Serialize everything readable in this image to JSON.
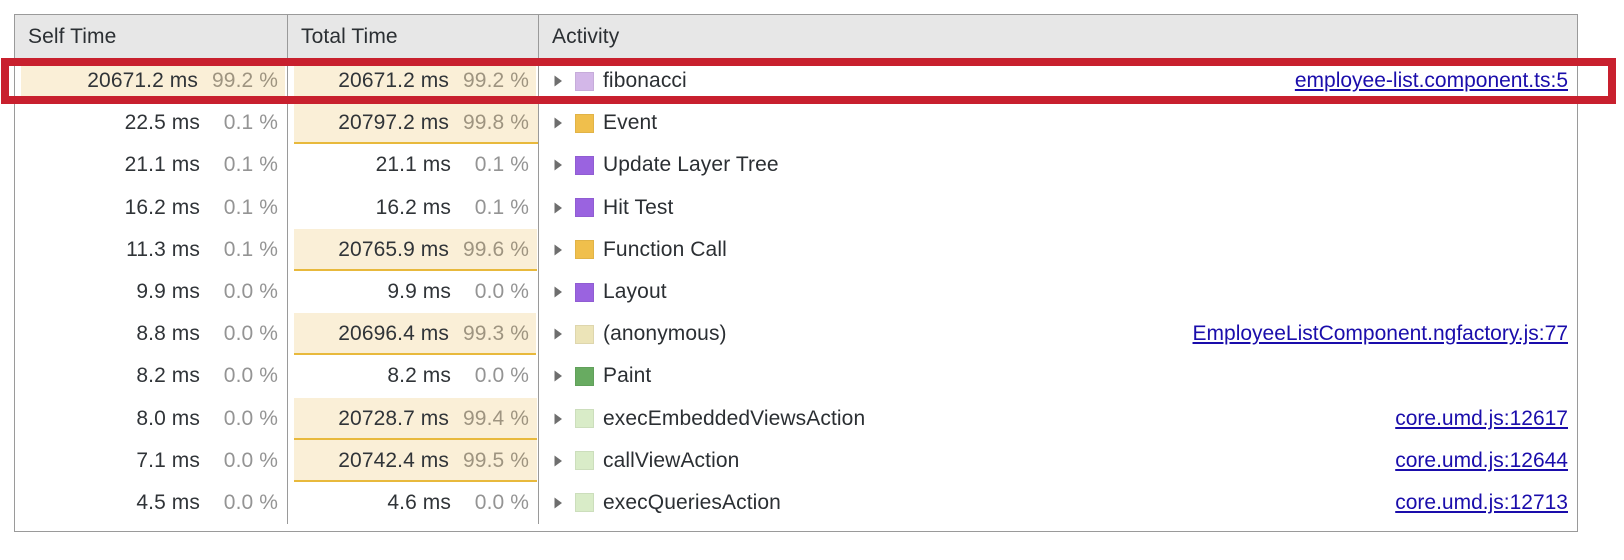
{
  "table": {
    "columns": [
      {
        "key": "self_time",
        "label": "Self Time"
      },
      {
        "key": "total_time",
        "label": "Total Time"
      },
      {
        "key": "activity",
        "label": "Activity"
      }
    ],
    "rows": [
      {
        "self_ms": "20671.2 ms",
        "self_pct": "99.2 %",
        "self_bar": 99.2,
        "total_ms": "20671.2 ms",
        "total_pct": "99.2 %",
        "total_bar": 99.2,
        "activity": "fibonacci",
        "swatch_color": "#d3b7e8",
        "source": "employee-list.component.ts:5",
        "expandable": true,
        "highlighted": true
      },
      {
        "self_ms": "22.5 ms",
        "self_pct": "0.1 %",
        "self_bar": 0,
        "total_ms": "20797.2 ms",
        "total_pct": "99.8 %",
        "total_bar": 99.8,
        "activity": "Event",
        "swatch_color": "#f0bf4c",
        "source": "",
        "expandable": true,
        "highlighted": false
      },
      {
        "self_ms": "21.1 ms",
        "self_pct": "0.1 %",
        "self_bar": 0,
        "total_ms": "21.1 ms",
        "total_pct": "0.1 %",
        "total_bar": 0,
        "activity": "Update Layer Tree",
        "swatch_color": "#9a63e0",
        "source": "",
        "expandable": true,
        "highlighted": false
      },
      {
        "self_ms": "16.2 ms",
        "self_pct": "0.1 %",
        "self_bar": 0,
        "total_ms": "16.2 ms",
        "total_pct": "0.1 %",
        "total_bar": 0,
        "activity": "Hit Test",
        "swatch_color": "#9a63e0",
        "source": "",
        "expandable": true,
        "highlighted": false
      },
      {
        "self_ms": "11.3 ms",
        "self_pct": "0.1 %",
        "self_bar": 0,
        "total_ms": "20765.9 ms",
        "total_pct": "99.6 %",
        "total_bar": 99.6,
        "activity": "Function Call",
        "swatch_color": "#f0bf4c",
        "source": "",
        "expandable": true,
        "highlighted": false
      },
      {
        "self_ms": "9.9 ms",
        "self_pct": "0.0 %",
        "self_bar": 0,
        "total_ms": "9.9 ms",
        "total_pct": "0.0 %",
        "total_bar": 0,
        "activity": "Layout",
        "swatch_color": "#9a63e0",
        "source": "",
        "expandable": true,
        "highlighted": false
      },
      {
        "self_ms": "8.8 ms",
        "self_pct": "0.0 %",
        "self_bar": 0,
        "total_ms": "20696.4 ms",
        "total_pct": "99.3 %",
        "total_bar": 99.3,
        "activity": "(anonymous)",
        "swatch_color": "#ece4b8",
        "source": "EmployeeListComponent.ngfactory.js:77",
        "expandable": true,
        "highlighted": false
      },
      {
        "self_ms": "8.2 ms",
        "self_pct": "0.0 %",
        "self_bar": 0,
        "total_ms": "8.2 ms",
        "total_pct": "0.0 %",
        "total_bar": 0,
        "activity": "Paint",
        "swatch_color": "#68ab61",
        "source": "",
        "expandable": true,
        "highlighted": false
      },
      {
        "self_ms": "8.0 ms",
        "self_pct": "0.0 %",
        "self_bar": 0,
        "total_ms": "20728.7 ms",
        "total_pct": "99.4 %",
        "total_bar": 99.4,
        "activity": "execEmbeddedViewsAction",
        "swatch_color": "#d9ecc8",
        "source": "core.umd.js:12617",
        "expandable": true,
        "highlighted": false
      },
      {
        "self_ms": "7.1 ms",
        "self_pct": "0.0 %",
        "self_bar": 0,
        "total_ms": "20742.4 ms",
        "total_pct": "99.5 %",
        "total_bar": 99.5,
        "activity": "callViewAction",
        "swatch_color": "#d9ecc8",
        "source": "core.umd.js:12644",
        "expandable": true,
        "highlighted": false
      },
      {
        "self_ms": "4.5 ms",
        "self_pct": "0.0 %",
        "self_bar": 0,
        "total_ms": "4.6 ms",
        "total_pct": "0.0 %",
        "total_bar": 0,
        "activity": "execQueriesAction",
        "swatch_color": "#d9ecc8",
        "source": "core.umd.js:12713",
        "expandable": true,
        "highlighted": false
      }
    ]
  },
  "annotation": {
    "type": "highlight-rectangle",
    "color": "#c8202e",
    "targets_row_index": 0
  },
  "icons": {
    "disclosure": "triangle-right-icon"
  },
  "colors": {
    "bar_fill": "#faefd7",
    "bar_underline": "#e8b93c",
    "link": "#1a0dab",
    "header_bg": "#e7e7e7",
    "border": "#9a9a9a",
    "text": "#2b2f33",
    "muted_text": "#949494"
  }
}
